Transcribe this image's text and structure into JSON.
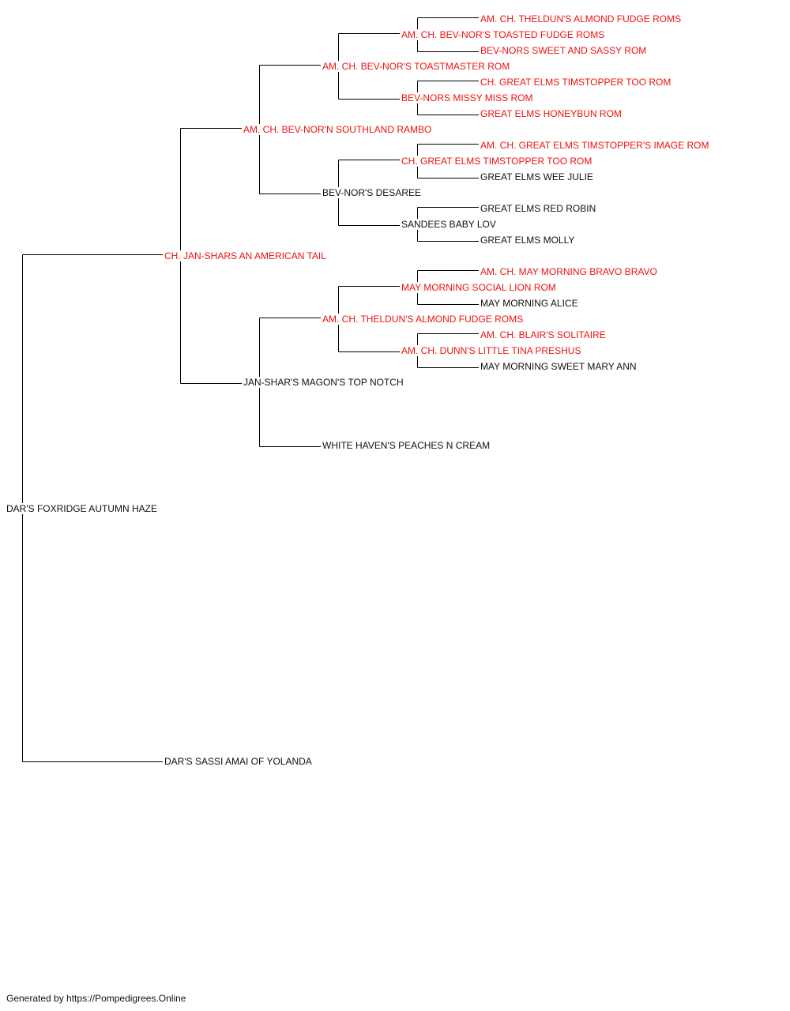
{
  "colors": {
    "champion": "#ee1111",
    "plain": "#111111",
    "line": "#000000"
  },
  "footer": "Generated by https://Pompedigrees.Online",
  "pedigree": {
    "subject": {
      "name": "DAR'S FOXRIDGE AUTUMN HAZE",
      "champion": false
    },
    "sire": {
      "name": "CH. JAN-SHARS AN AMERICAN TAIL",
      "champion": true
    },
    "dam": {
      "name": "DAR'S SASSI AMAI OF YOLANDA",
      "champion": false
    },
    "sire_sire": {
      "name": "AM. CH. BEV-NOR'N SOUTHLAND RAMBO",
      "champion": true
    },
    "sire_dam": {
      "name": "JAN-SHAR'S MAGON'S TOP NOTCH",
      "champion": false
    },
    "sss": {
      "name": "AM. CH. BEV-NOR'S TOASTMASTER ROM",
      "champion": true
    },
    "ssd": {
      "name": "BEV-NOR'S DESAREE",
      "champion": false
    },
    "sds": {
      "name": "AM. CH. THELDUN'S ALMOND FUDGE ROMS",
      "champion": true
    },
    "sdd": {
      "name": "WHITE HAVEN'S PEACHES N CREAM",
      "champion": false
    },
    "ssss": {
      "name": "AM. CH. BEV-NOR'S TOASTED FUDGE ROMS",
      "champion": true
    },
    "sssd": {
      "name": "BEV-NORS MISSY MISS ROM",
      "champion": true
    },
    "ssds": {
      "name": "CH. GREAT ELMS TIMSTOPPER TOO ROM",
      "champion": true
    },
    "ssdd": {
      "name": "SANDEES BABY LOV",
      "champion": false
    },
    "sdss": {
      "name": "MAY MORNING SOCIAL LION ROM",
      "champion": true
    },
    "sdsd": {
      "name": "AM. CH. DUNN'S LITTLE TINA PRESHUS",
      "champion": true
    },
    "sssss": {
      "name": "AM. CH. THELDUN'S ALMOND FUDGE ROMS",
      "champion": true
    },
    "ssssd": {
      "name": "BEV-NORS SWEET AND SASSY ROM",
      "champion": true
    },
    "sssds": {
      "name": "CH. GREAT ELMS TIMSTOPPER TOO ROM",
      "champion": true
    },
    "sssdd": {
      "name": "GREAT ELMS HONEYBUN ROM",
      "champion": true
    },
    "ssdss": {
      "name": "AM. CH. GREAT ELMS TIMSTOPPER'S IMAGE ROM",
      "champion": true
    },
    "ssdsd": {
      "name": "GREAT ELMS WEE JULIE",
      "champion": false
    },
    "ssdds": {
      "name": "GREAT ELMS RED ROBIN",
      "champion": false
    },
    "ssddd": {
      "name": "GREAT ELMS MOLLY",
      "champion": false
    },
    "sdsss": {
      "name": "AM. CH. MAY MORNING BRAVO BRAVO",
      "champion": true
    },
    "sdssd": {
      "name": "MAY MORNING ALICE",
      "champion": false
    },
    "sdsds": {
      "name": "AM. CH. BLAIR'S SOLITAIRE",
      "champion": true
    },
    "sdsdd": {
      "name": "MAY MORNING SWEET MARY ANN",
      "champion": false
    }
  }
}
